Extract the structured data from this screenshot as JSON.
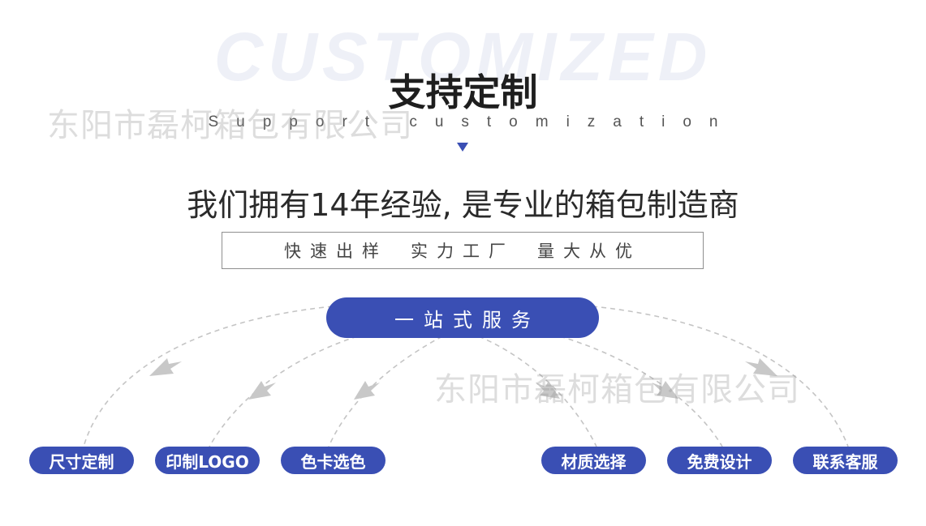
{
  "background_word": "CUSTOMIZED",
  "title": "支持定制",
  "subtitle": "Support customization",
  "headline": "我们拥有14年经验, 是专业的箱包制造商",
  "features": [
    "快速出样",
    "实力工厂",
    "量大从优"
  ],
  "hub": "一站式服务",
  "services": [
    "尺寸定制",
    "印制LOGO",
    "色卡选色",
    "材质选择",
    "免费设计",
    "联系客服"
  ],
  "watermark": "东阳市磊柯箱包有限公司",
  "colors": {
    "accent": "#3a4fb4",
    "dashed_line": "#c4c4c4",
    "arrow": "#c8c8c8"
  }
}
